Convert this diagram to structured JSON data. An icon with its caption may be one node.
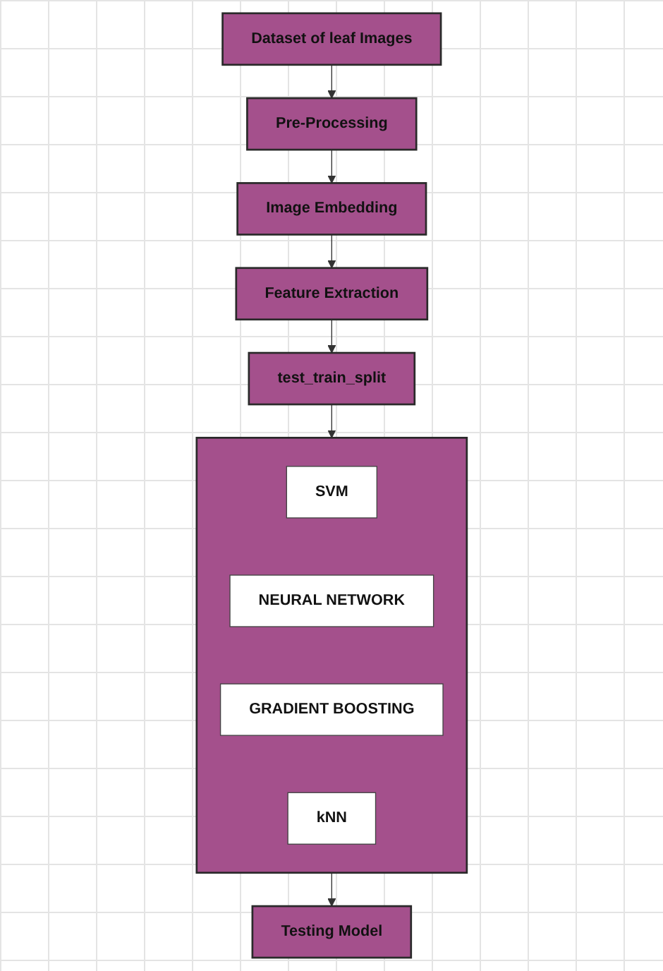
{
  "diagram": {
    "nodes": [
      {
        "text": [
          "Dataset of leaf Images"
        ]
      },
      {
        "text": [
          "Pre-Processing"
        ]
      },
      {
        "text": [
          "Image Embedding"
        ]
      },
      {
        "text": [
          "Feature Extraction"
        ]
      },
      {
        "text": [
          "test_train_split"
        ]
      },
      {
        "text": [],
        "shape": "box"
      },
      {
        "text": [
          "SVM"
        ],
        "in": 5
      },
      {
        "text": [
          "NEURAL NETWORK"
        ],
        "in": 5
      },
      {
        "text": [
          "GRADIENT BOOSTING"
        ],
        "in": 5
      },
      {
        "text": [
          "kNN"
        ],
        "in": 5
      },
      {
        "text": [
          "Testing Model"
        ]
      }
    ],
    "edges": [
      {
        "from": 0,
        "to": 1,
        "arrow": "to"
      },
      {
        "from": 1,
        "to": 2,
        "arrow": "to"
      },
      {
        "from": 2,
        "to": 3,
        "arrow": "to"
      },
      {
        "from": 3,
        "to": 4,
        "arrow": "to"
      },
      {
        "from": 4,
        "to": 5,
        "arrow": "to"
      },
      {
        "from": 5,
        "to": 10,
        "arrow": "to"
      }
    ]
  }
}
